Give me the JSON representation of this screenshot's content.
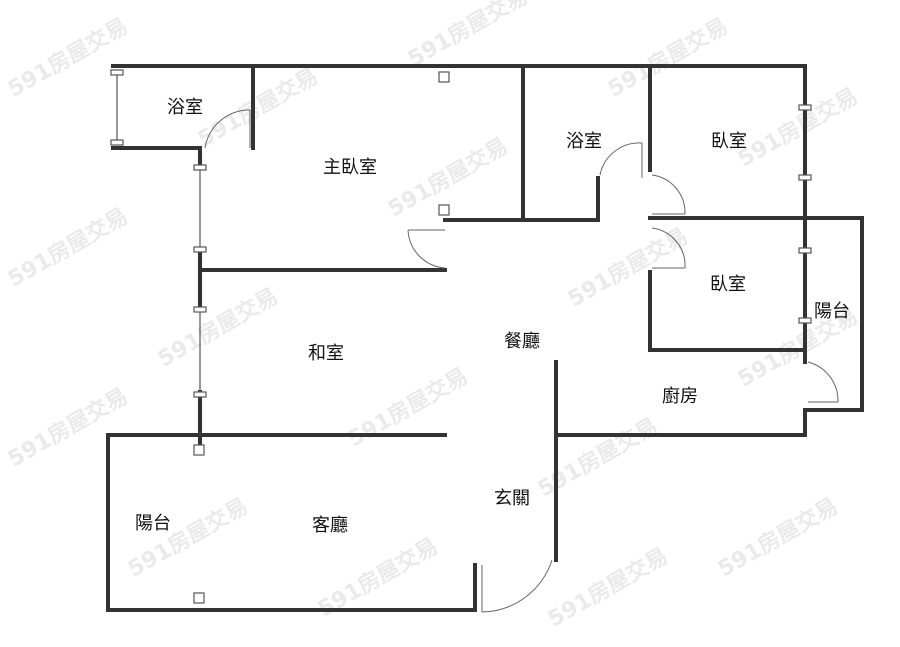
{
  "rooms": {
    "bath1": "浴室",
    "master_bedroom": "主臥室",
    "bath2": "浴室",
    "bedroom1": "臥室",
    "bedroom2": "臥室",
    "balcony_east": "陽台",
    "japanese_room": "和室",
    "dining": "餐廳",
    "kitchen": "廚房",
    "balcony_west": "陽台",
    "living_room": "客廳",
    "entrance": "玄關"
  },
  "watermark": "591房屋交易",
  "colors": {
    "wall": "#333333",
    "window": "#555555"
  }
}
